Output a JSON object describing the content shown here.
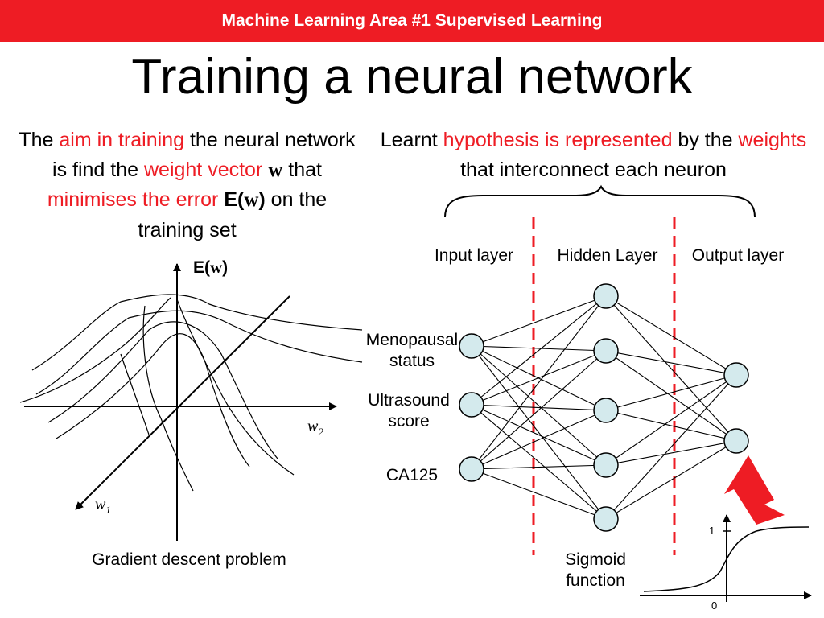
{
  "banner": {
    "text": "Machine Learning Area #1 Supervised Learning",
    "color": "#ee1c24"
  },
  "title": "Training a neural network",
  "left_text": {
    "p1": "The ",
    "p2": "aim in training",
    "p3": " the neural network is find the ",
    "p4": "weight vector",
    "p5": "w",
    "p6": " that ",
    "p7": "minimises the error",
    "p8": "E(",
    "p9": "w",
    "p10": ")",
    "p11": " on the training set"
  },
  "right_text": {
    "p1": "Learnt ",
    "p2": "hypothesis is represented",
    "p3": " by the ",
    "p4": "weights",
    "p5": " that interconnect each neuron"
  },
  "gradient_plot": {
    "y_label_prefix": "E(",
    "y_label_w": "w",
    "y_label_suffix": ")",
    "w2_base": "w",
    "w2_sub": "2",
    "w1_base": "w",
    "w1_sub": "1",
    "caption": "Gradient descent problem"
  },
  "network": {
    "layers": [
      "Input layer",
      "Hidden Layer",
      "Output layer"
    ],
    "inputs": [
      {
        "line1": "Menopausal",
        "line2": "status"
      },
      {
        "line1": "Ultrasound",
        "line2": "score"
      },
      {
        "line1": "CA125",
        "line2": ""
      }
    ],
    "node_fill": "#d4eaed",
    "divider_color": "#ee1c24",
    "arrow_color": "#ee1c24"
  },
  "sigmoid": {
    "line1": "Sigmoid",
    "line2": "function",
    "tick_high": "1",
    "tick_low": "0"
  }
}
